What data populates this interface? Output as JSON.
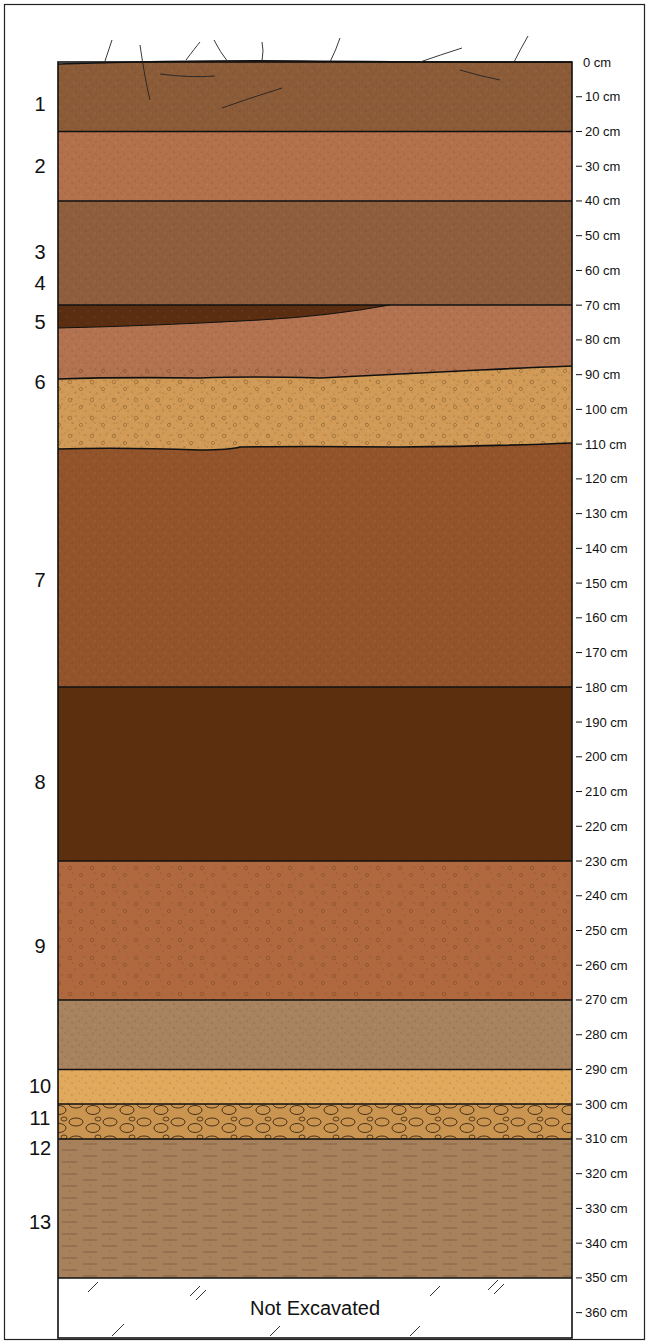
{
  "diagram": {
    "nodes": [
      {
        "text": [
          "Not Excavated"
        ]
      }
    ],
    "labels": [
      "1",
      "2",
      "3",
      "4",
      "5",
      "6",
      "7",
      "8",
      "9",
      "10",
      "11",
      "12",
      "13",
      "0 cm",
      "10 cm",
      "20 cm",
      "30 cm",
      "40 cm",
      "50 cm",
      "60 cm",
      "70 cm",
      "80 cm",
      "90 cm",
      "100 cm",
      "110 cm",
      "120 cm",
      "130 cm",
      "140 cm",
      "150 cm",
      "160 cm",
      "170 cm",
      "180 cm",
      "190 cm",
      "200 cm",
      "210 cm",
      "220 cm",
      "230 cm",
      "240 cm",
      "250 cm",
      "260 cm",
      "270 cm",
      "280 cm",
      "290 cm",
      "300 cm",
      "310 cm",
      "320 cm",
      "330 cm",
      "340 cm",
      "350 cm",
      "360 cm"
    ]
  }
}
